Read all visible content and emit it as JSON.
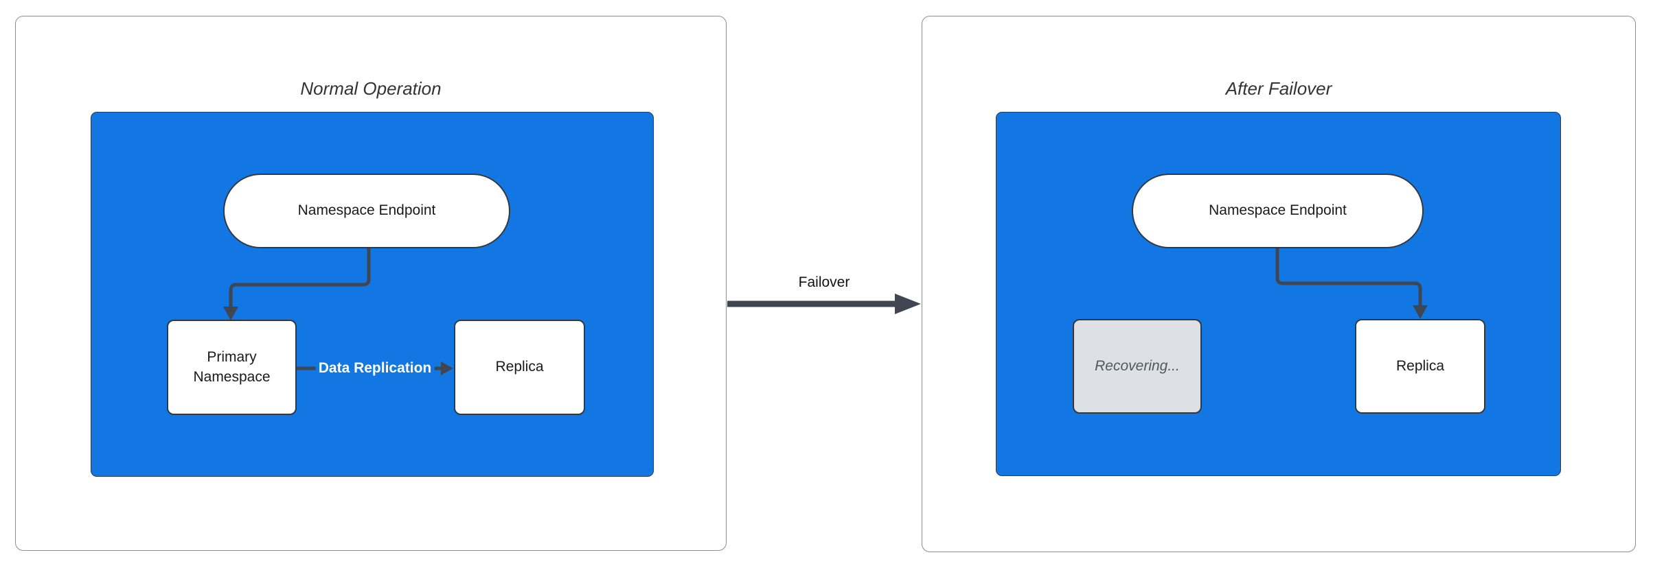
{
  "left_panel": {
    "title": "Normal Operation",
    "endpoint_label": "Namespace Endpoint",
    "primary_label": "Primary Namespace",
    "replication_label": "Data Replication",
    "replica_label": "Replica"
  },
  "right_panel": {
    "title": "After Failover",
    "endpoint_label": "Namespace Endpoint",
    "recovering_label": "Recovering...",
    "replica_label": "Replica"
  },
  "failover": {
    "label": "Failover"
  },
  "colors": {
    "container_blue": "#1277e2",
    "arrow_dark": "#3f4651",
    "node_border": "#33383f",
    "panel_border": "#8d8d8d",
    "node_fill": "#ffffff",
    "recovering_fill": "#dde0e4",
    "recovering_text": "#4f5862",
    "title_color": "#333333",
    "node_text": "#1a1a1a",
    "edge_label_text": "#ffffff"
  }
}
